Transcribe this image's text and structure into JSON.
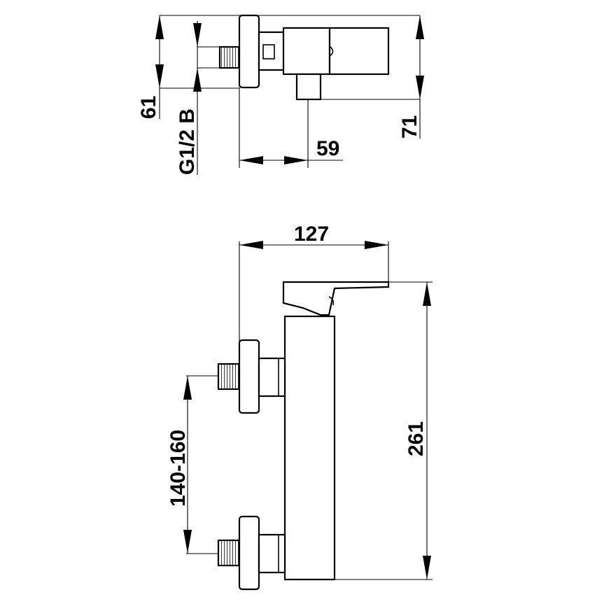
{
  "top_view": {
    "dim_height": "61",
    "dim_thread": "G1/2 B",
    "dim_depth": "59",
    "dim_total_height": "71"
  },
  "front_view": {
    "dim_width": "127",
    "dim_spacing": "140-160",
    "dim_height": "261"
  }
}
